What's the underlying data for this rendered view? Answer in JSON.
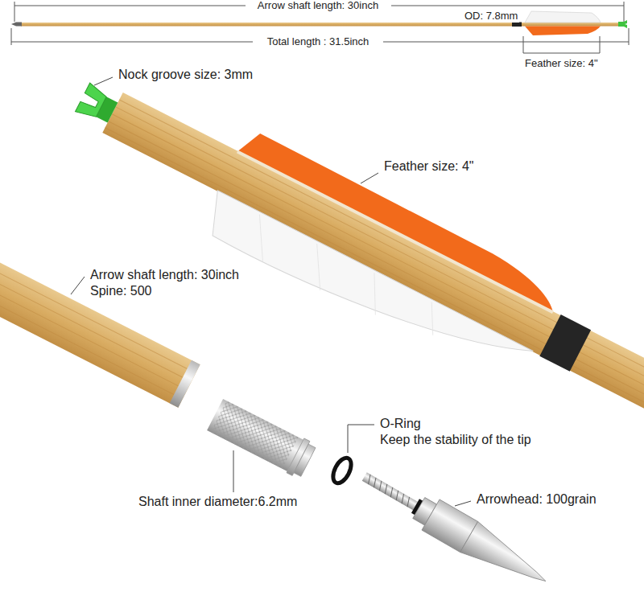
{
  "diagram": {
    "labels": [
      "Arrow shaft length: 30inch",
      "OD: 7.8mm",
      "Total length : 31.5inch",
      "Feather size: 4\"",
      "Nock groove size: 3mm",
      "Feather size: 4\"",
      "Arrow shaft length: 30inch",
      "Spine: 500",
      "O-Ring",
      "Keep the stability of the tip",
      "Shaft inner diameter:6.2mm",
      "Arrowhead: 100grain"
    ]
  }
}
